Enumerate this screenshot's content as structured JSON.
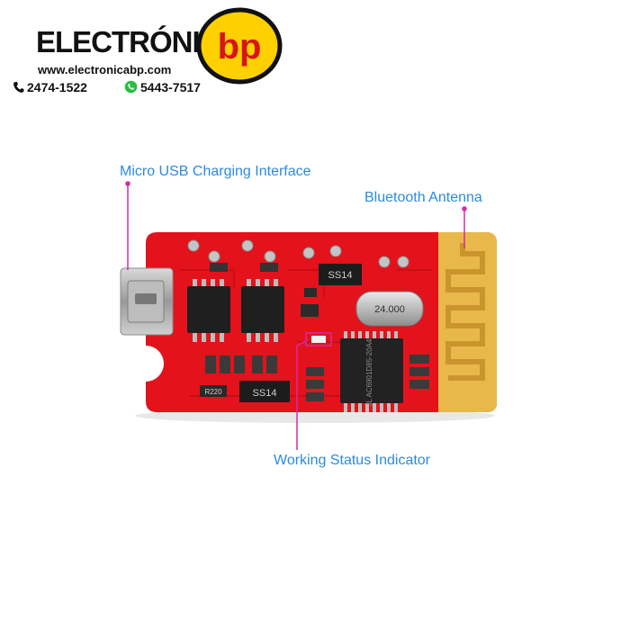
{
  "brand": {
    "name": "ELECTRÓNICA",
    "logo_text": "bp",
    "website": "www.electronicabp.com",
    "phone": "2474-1522",
    "whatsapp": "5443-7517",
    "colors": {
      "logo_yellow": "#ffd000",
      "logo_red": "#d7141a",
      "logo_outline": "#111111"
    }
  },
  "board": {
    "pcb_color": "#e3121b",
    "antenna_color": "#e8b94a",
    "crystal_label": "24.000",
    "diode_labels": [
      "SS14",
      "SS14"
    ],
    "resistor_label": "R220",
    "chip_label": "JL AC6901D85-20A4"
  },
  "callouts": {
    "usb": "Micro USB Charging Interface",
    "antenna": "Bluetooth Antenna",
    "led": "Working Status Indicator",
    "line_color": "#d62aa8",
    "text_color": "#2a8be0"
  }
}
